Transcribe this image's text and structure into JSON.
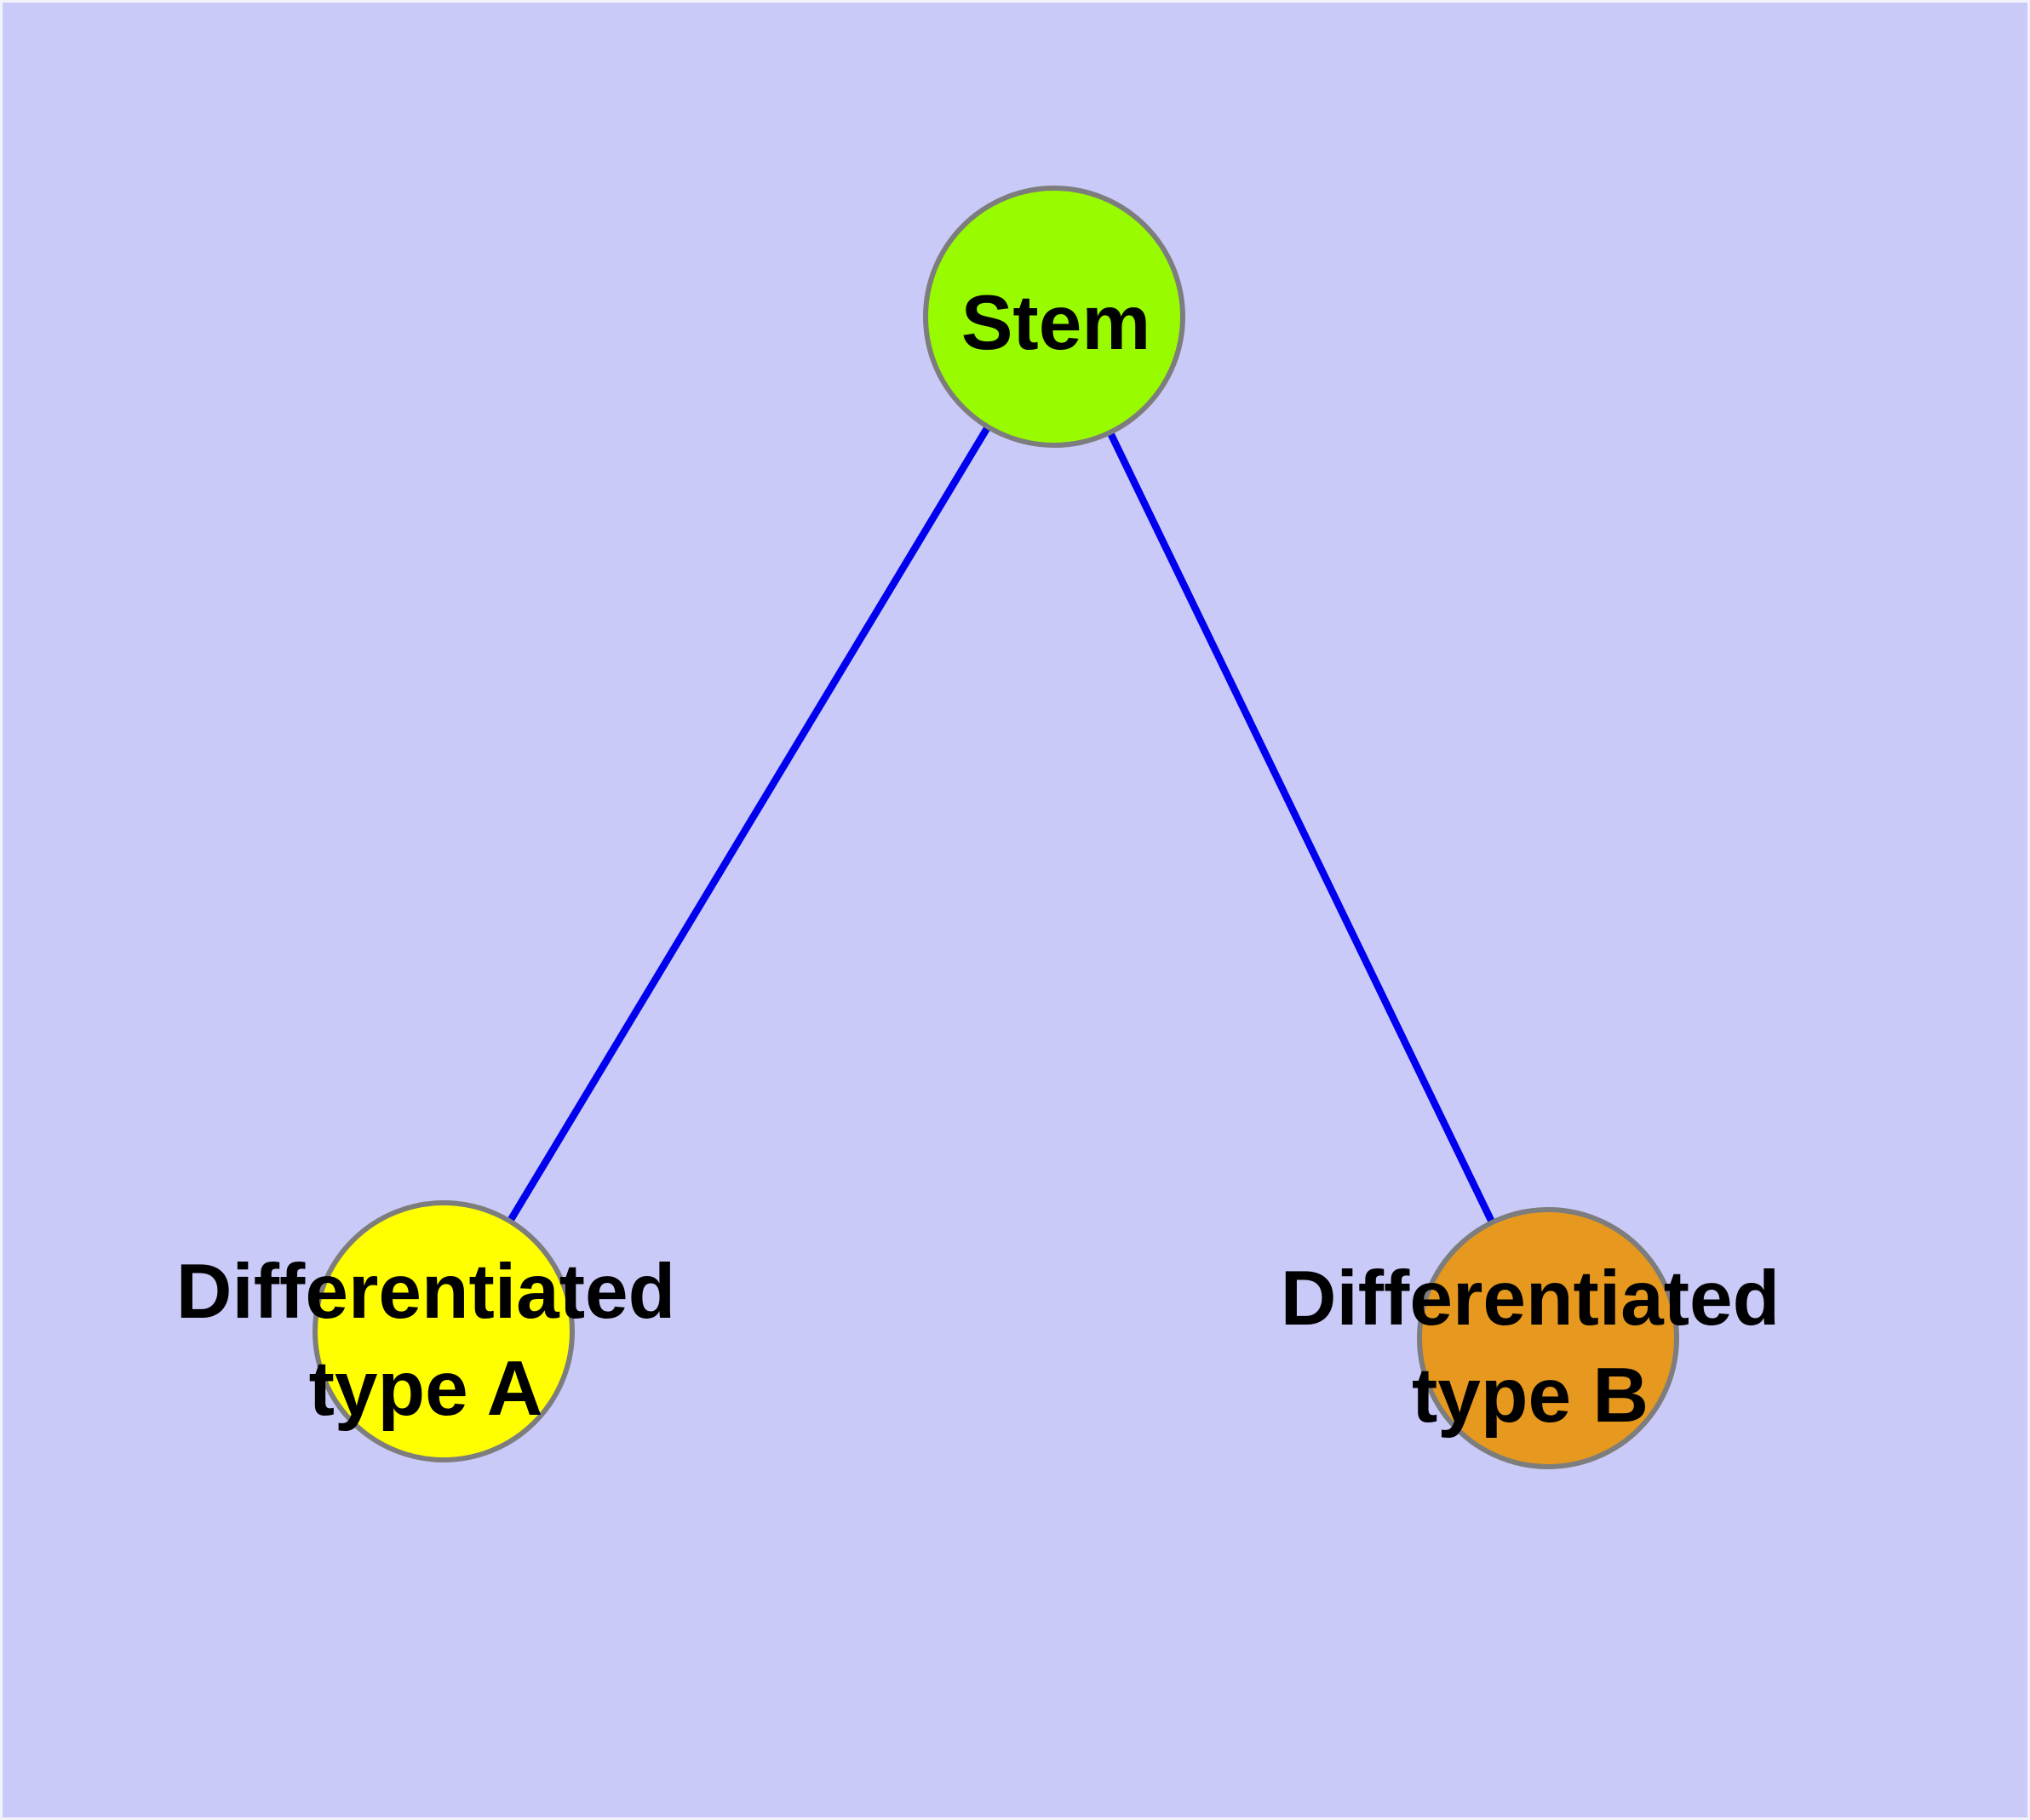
{
  "diagram": {
    "type": "node-link-graph",
    "colors": {
      "background": "#cacaf8",
      "edge": "#0000ee",
      "node_border": "#7d7d7d",
      "label_text": "#000000"
    },
    "nodes": {
      "stem": {
        "label": "Stem",
        "fill": "#98fb00"
      },
      "type_a": {
        "label_line1": "Differentiated",
        "label_line2": "type A",
        "fill": "#ffff00"
      },
      "type_b": {
        "label_line1": "Differentiated",
        "label_line2": "type B",
        "fill": "#e6991e"
      }
    },
    "edges": [
      {
        "from": "Stem",
        "to": "Differentiated type A"
      },
      {
        "from": "Stem",
        "to": "Differentiated type B"
      }
    ]
  }
}
